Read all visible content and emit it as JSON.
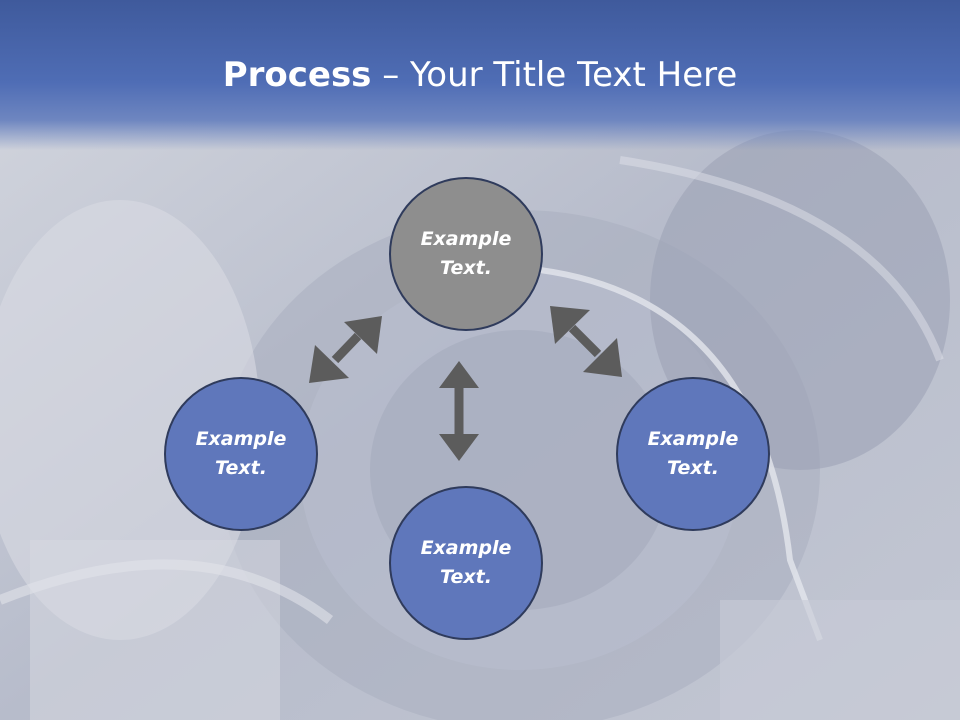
{
  "slide": {
    "title_bold": "Process",
    "title_rest": " – Your Title Text Here"
  },
  "diagram": {
    "center": "Example Text.",
    "left": "Example Text.",
    "bottom": "Example Text.",
    "right": "Example Text."
  },
  "colors": {
    "header": "#4f6db5",
    "circle_blue": "#5f77bb",
    "circle_gray": "#8e8e8e",
    "arrow": "#5c5c5c"
  }
}
